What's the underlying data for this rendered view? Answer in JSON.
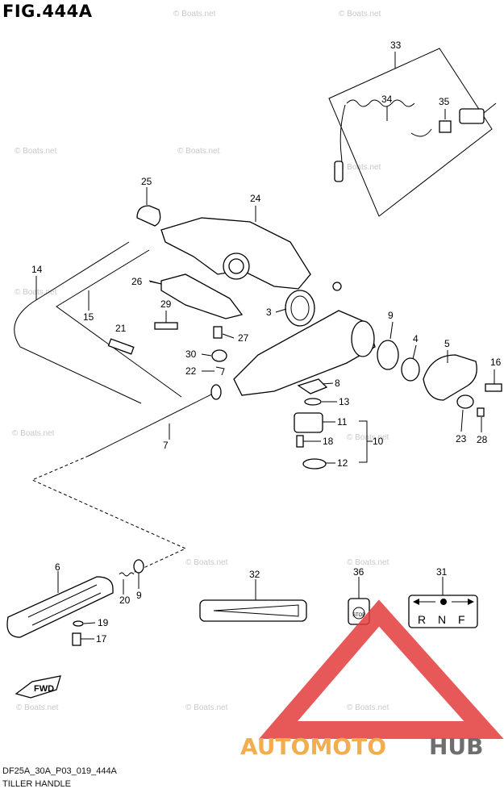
{
  "figure": {
    "title": "FIG.444A",
    "footer_code": "DF25A_30A_P03_019_444A",
    "footer_title": "TILLER HANDLE"
  },
  "callouts": {
    "c33": "33",
    "c34": "34",
    "c35": "35",
    "c24": "24",
    "c25": "25",
    "c14": "14",
    "c15": "15",
    "c26": "26",
    "c29": "29",
    "c21": "21",
    "c27": "27",
    "c30": "30",
    "c22": "22",
    "c3": "3",
    "c9a": "9",
    "c4": "4",
    "c5": "5",
    "c16": "16",
    "c8": "8",
    "c13": "13",
    "c11": "11",
    "c10": "10",
    "c18": "18",
    "c12": "12",
    "c23": "23",
    "c28": "28",
    "c7": "7",
    "c6": "6",
    "c20": "20",
    "c9b": "9",
    "c19": "19",
    "c17": "17",
    "c32": "32",
    "c36": "36",
    "c31": "31"
  },
  "labels": {
    "fwd": "FWD",
    "stop": "STOP",
    "shift_r": "R",
    "shift_n": "N",
    "shift_f": "F"
  },
  "watermark": {
    "text": "© Boats.net",
    "brand_auto": "AUTOMOTO",
    "brand_hub": "HUB",
    "color_red": "#e33b3b",
    "color_orange": "#f0a030",
    "color_gray": "#555555"
  }
}
